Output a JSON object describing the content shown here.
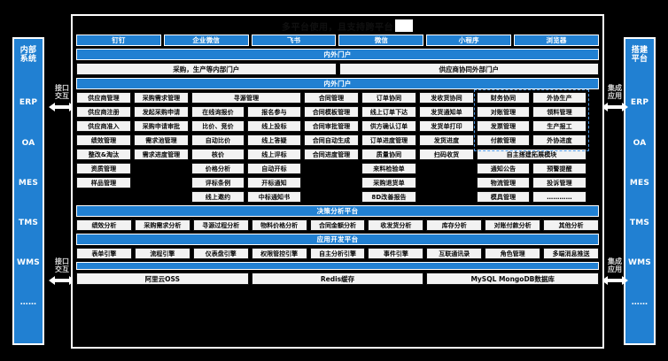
{
  "title": "多平台使用，且支持跨平台",
  "colors": {
    "accent": "#2180d2",
    "cell_bg": "#f2f2f2",
    "page_bg": "#000000",
    "selection": "#4d9ae8"
  },
  "left_sidebar": {
    "head": "内部\n系统",
    "items": [
      "ERP",
      "OA",
      "MES",
      "TMS",
      "WMS",
      "……"
    ]
  },
  "right_sidebar": {
    "head": "搭建\n平台",
    "items": [
      "ERP",
      "OA",
      "MES",
      "TMS",
      "WMS",
      "……"
    ]
  },
  "arrows": {
    "left_top": "接口\n交互",
    "left_bottom": "接口\n交互",
    "right_top": "集成\n应用",
    "right_bottom": "集成\n应用"
  },
  "tabs": [
    "钉钉",
    "企业微信",
    "飞书",
    "微信",
    "小程序",
    "浏览器"
  ],
  "portal_band": "内外门户",
  "portals": [
    "采购，生产等内部门户",
    "供应商协同外部门户"
  ],
  "main_band": "内外门户",
  "grid": {
    "col1": [
      "供应商管理",
      "供应商注册",
      "供应商准入",
      "绩效管理",
      "整改&淘汰",
      "资质管理",
      "样品管理"
    ],
    "col2": [
      "采购需求管理",
      "发起采购申请",
      "采购申请审批",
      "需求池管理",
      "需求进度管理"
    ],
    "col3_header": "寻源管理",
    "col3_left": [
      "在线询报价",
      "比价、竞价",
      "自动比价",
      "核价",
      "价格分析",
      "评标条例",
      "线上邀约"
    ],
    "col3_right": [
      "报名参与",
      "线上投标",
      "线上答疑",
      "线上评标",
      "自动开标",
      "开标通知",
      "中标通知书"
    ],
    "col4": [
      "合同管理",
      "合同模板管理",
      "合同审批管理",
      "合同自动生成",
      "合同进度管理"
    ],
    "col5": [
      "订单协同",
      "线上订单下达",
      "供方确认订单",
      "订单进度管理",
      "质量协同",
      "来料检验单",
      "采购退货单",
      "8D改善报告"
    ],
    "col6": [
      "发收货协同",
      "发货通知单",
      "发货单打印",
      "发货进度",
      "扫码收货"
    ],
    "col7_header": "自主搭建拓展模块",
    "col7_top_left": [
      "财务协同",
      "对账管理",
      "发票管理",
      "付款管理"
    ],
    "col7_top_right": [
      "外协生产",
      "领料管理",
      "生产报工",
      "外协进度"
    ],
    "col7_bot_left": [
      "通知公告",
      "物流管理",
      "模具管理"
    ],
    "col7_bot_right": [
      "预警提醒",
      "投诉管理",
      "…………"
    ]
  },
  "analysis": {
    "band": "决策分析平台",
    "items": [
      "绩效分析",
      "采购需求分析",
      "寻源过程分析",
      "物料价格分析",
      "合同金额分析",
      "收发货分析",
      "库存分析",
      "对账付款分析",
      "其他分析"
    ]
  },
  "dev": {
    "band": "应用开发平台",
    "items": [
      "表单引擎",
      "流程引擎",
      "仪表盘引擎",
      "权限管控引擎",
      "自主分析引擎",
      "事件引擎",
      "互联通讯录",
      "角色管理",
      "多端消息推送"
    ]
  },
  "infra": [
    "阿里云OSS",
    "Redis缓存",
    "MySQL MongoDB数据库"
  ]
}
